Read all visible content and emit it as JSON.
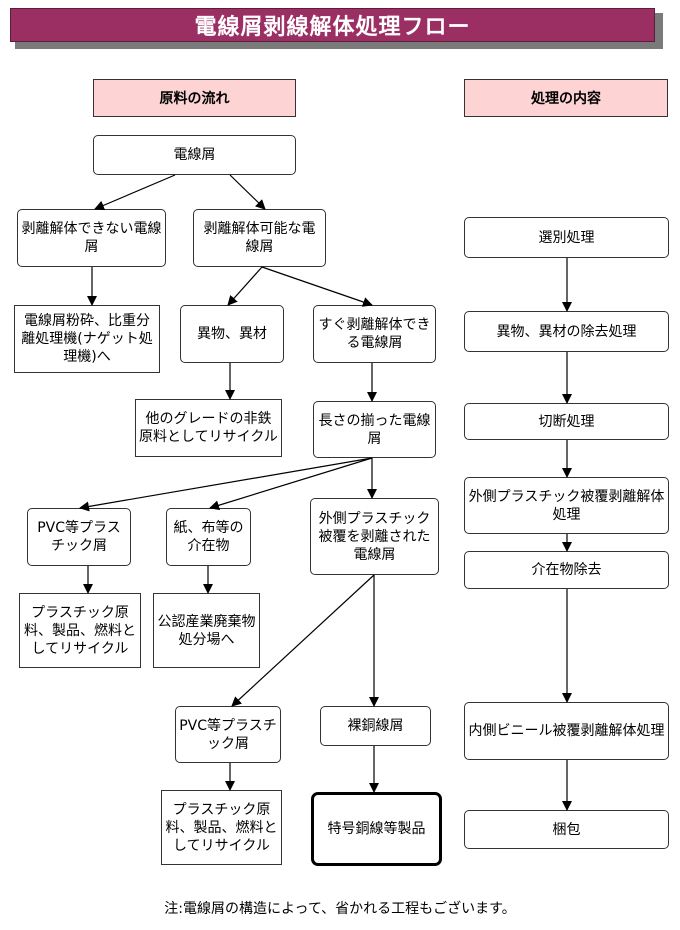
{
  "title": "電線屑剥線解体処理フロー",
  "headers": {
    "material_flow": "原料の流れ",
    "process_content": "処理の内容"
  },
  "nodes": {
    "scrap": "電線屑",
    "not_strippable": "剥離解体できない電線屑",
    "strippable": "剥離解体可能な電線屑",
    "crushing": "電線屑粉砕、比重分離処理機(ナゲット処理機)へ",
    "foreign": "異物、異材",
    "direct_strippable": "すぐ剥離解体できる電線屑",
    "other_grade": "他のグレードの非鉄原料としてリサイクル",
    "length_aligned": "長さの揃った電線屑",
    "pvc_1": "PVC等プラスチック屑",
    "paper_cloth": "紙、布等の介在物",
    "outer_stripped": "外側プラスチック被覆を剥離された電線屑",
    "plastic_recycle_1": "プラスチック原料、製品、燃料としてリサイクル",
    "landfill": "公認産業廃棄物処分場へ",
    "pvc_2": "PVC等プラスチック屑",
    "bare_copper": "裸銅線屑",
    "plastic_recycle_2": "プラスチック原料、製品、燃料としてリサイクル",
    "product": "特号銅線等製品"
  },
  "process_steps": [
    "選別処理",
    "異物、異材の除去処理",
    "切断処理",
    "外側プラスチック被覆剥離解体処理",
    "介在物除去",
    "内側ビニール被覆剥離解体処理",
    "梱包"
  ],
  "footnote": "注:電線屑の構造によって、省かれる工程もございます。"
}
